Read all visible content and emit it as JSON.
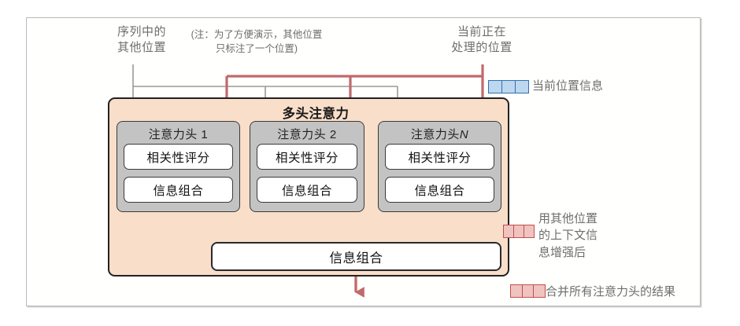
{
  "diagram": {
    "title_main": "多头注意力",
    "callouts": {
      "other_positions": "序列中的\n其他位置",
      "note": "(注：为了方便演示，其他位置\n只标注了一个位置)",
      "current_position": "当前正在\n处理的位置",
      "legend_current_info": "当前位置信息",
      "context_enhanced": "用其他位置\n的上下文信\n息增强后",
      "merge_all_heads": "合并所有注意力头的结果"
    },
    "heads": [
      {
        "title": "注意力头 1",
        "title_plain": "注意力头",
        "index": "1",
        "italic_index": false,
        "score": "相关性评分",
        "combine": "信息组合"
      },
      {
        "title": "注意力头 2",
        "title_plain": "注意力头",
        "index": "2",
        "italic_index": false,
        "score": "相关性评分",
        "combine": "信息组合"
      },
      {
        "title": "注意力头 N",
        "title_plain": "注意力头",
        "index": "N",
        "italic_index": true,
        "score": "相关性评分",
        "combine": "信息组合"
      }
    ],
    "final_combine": "信息组合",
    "legend": [
      {
        "name": "current-position-info",
        "color_fill": "#BDD7EE",
        "color_border": "#2F6EB5",
        "cells": 3,
        "label": "当前位置信息"
      },
      {
        "name": "context-enhanced",
        "color_fill": "#F0C3C0",
        "color_border": "#C0504D",
        "cells": 3,
        "label": "用其他位置的上下文信息增强后"
      },
      {
        "name": "merged-heads",
        "color_fill": "#F0C3C0",
        "color_border": "#C0504D",
        "cells": 3,
        "label": "合并所有注意力头的结果"
      }
    ],
    "colors": {
      "panel_bg": "#F9DFCA",
      "head_bg": "#C3C3C3",
      "inner_bg": "#FFFFFF",
      "red_flow": "#C1696B",
      "gray_flow": "#9A9A9A",
      "frame_border": "#B9B9B9",
      "text_muted": "#6E6E6E",
      "text_dark": "#111111"
    }
  }
}
